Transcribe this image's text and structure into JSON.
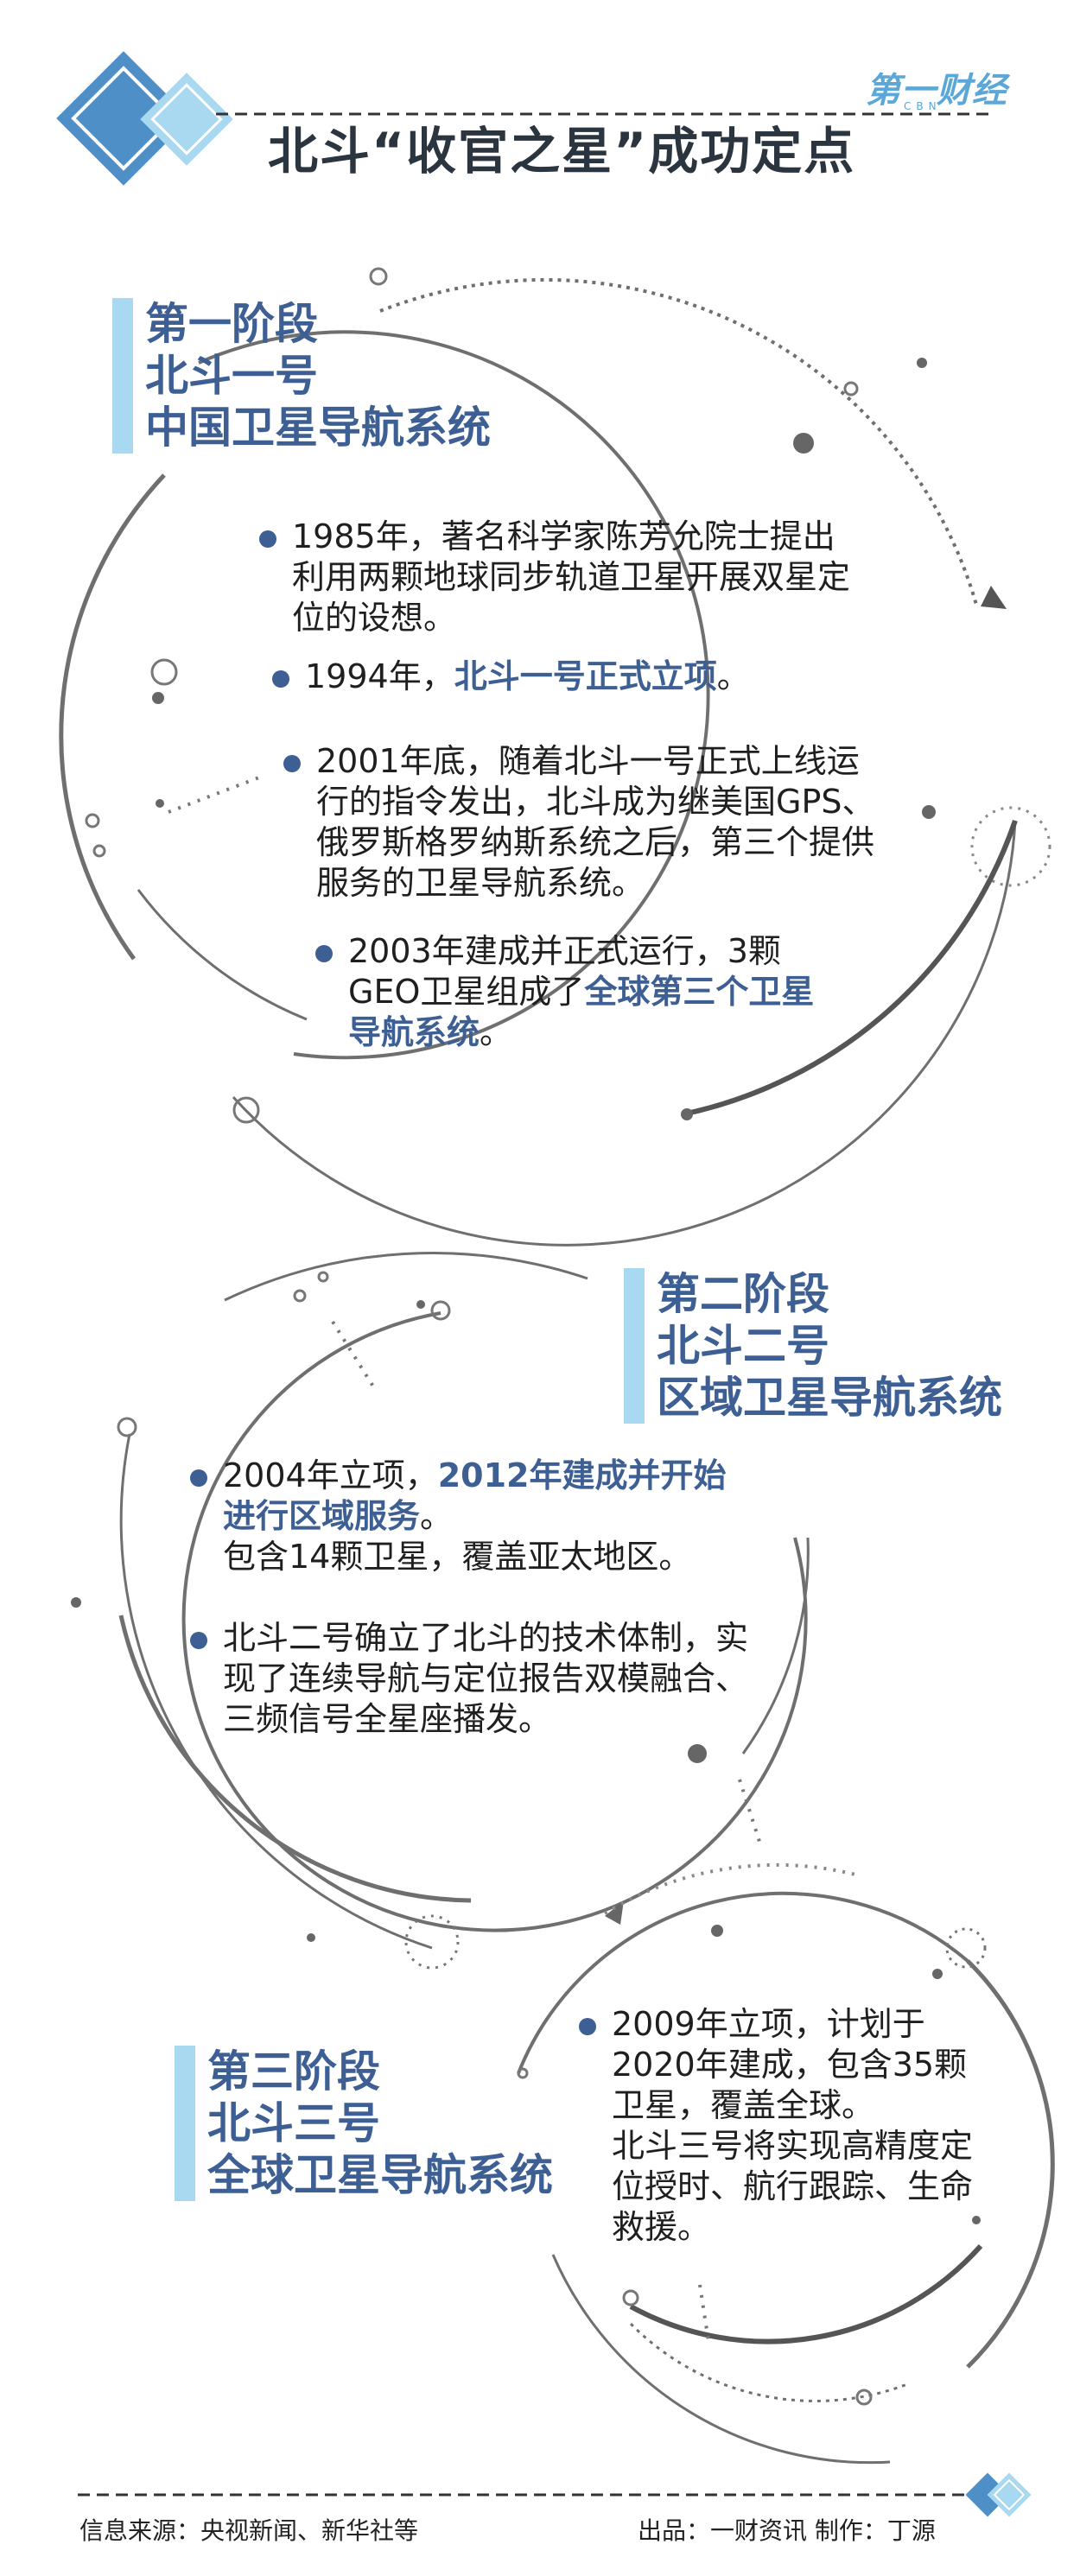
{
  "header": {
    "title": "北斗“收官之星”成功定点",
    "logo": "第一财经",
    "logo_sub": "CBN"
  },
  "stages": [
    {
      "heading": [
        "第一阶段",
        "北斗一号",
        "中国卫星导航系统"
      ],
      "bullets": [
        {
          "text": "1985年，著名科学家陈芳允院士提出利用两颗地球同步轨道卫星开展双星定位的设想。",
          "highlight": ""
        },
        {
          "text": "1994年，",
          "highlight": "北斗一号正式立项",
          "after": "。"
        },
        {
          "text": "2001年底，随着北斗一号正式上线运行的指令发出，北斗成为继美国GPS、俄罗斯格罗纳斯系统之后，第三个提供服务的卫星导航系统。",
          "highlight": ""
        },
        {
          "text": "2003年建成并正式运行，3颗GEO卫星组成了",
          "highlight": "全球第三个卫星导航系统",
          "after": "。"
        }
      ]
    },
    {
      "heading": [
        "第二阶段",
        "北斗二号",
        "区域卫星导航系统"
      ],
      "bullets": [
        {
          "text": "2004年立项，",
          "highlight": "2012年建成并开始进行区域服务",
          "after": "。",
          "extra": "包含14颗卫星，覆盖亚太地区。"
        },
        {
          "text": "北斗二号确立了北斗的技术体制，实现了连续导航与定位报告双模融合、三频信号全星座播发。",
          "highlight": ""
        }
      ]
    },
    {
      "heading": [
        "第三阶段",
        "北斗三号",
        "全球卫星导航系统"
      ],
      "bullets": [
        {
          "text": "2009年立项，计划于2020年建成，包含35颗卫星，覆盖全球。",
          "highlight": "",
          "extra": "北斗三号将实现高精度定位授时、航行跟踪、生命救援。"
        }
      ]
    }
  ],
  "footer": {
    "source": "信息来源：央视新闻、新华社等",
    "credit": "出品：一财资讯  制作：丁源"
  },
  "colors": {
    "accent": "#3d5f93",
    "light_blue": "#a9d8f1",
    "logo_blue": "#5ba7d8",
    "orbit_gray": "#777777"
  }
}
